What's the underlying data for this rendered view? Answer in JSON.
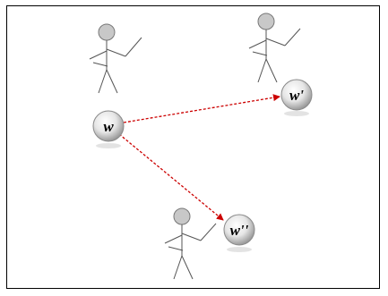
{
  "diagram": {
    "worlds": [
      {
        "id": "w",
        "label": "w"
      },
      {
        "id": "w1",
        "label": "w'"
      },
      {
        "id": "w2",
        "label": "w''"
      }
    ],
    "agents": [
      {
        "id": "agent-w"
      },
      {
        "id": "agent-w1"
      },
      {
        "id": "agent-w2"
      }
    ],
    "relations": [
      {
        "from": "w",
        "to": "w1",
        "style": "dashed",
        "color": "#cc0000"
      },
      {
        "from": "w",
        "to": "w2",
        "style": "dashed",
        "color": "#cc0000"
      }
    ]
  }
}
